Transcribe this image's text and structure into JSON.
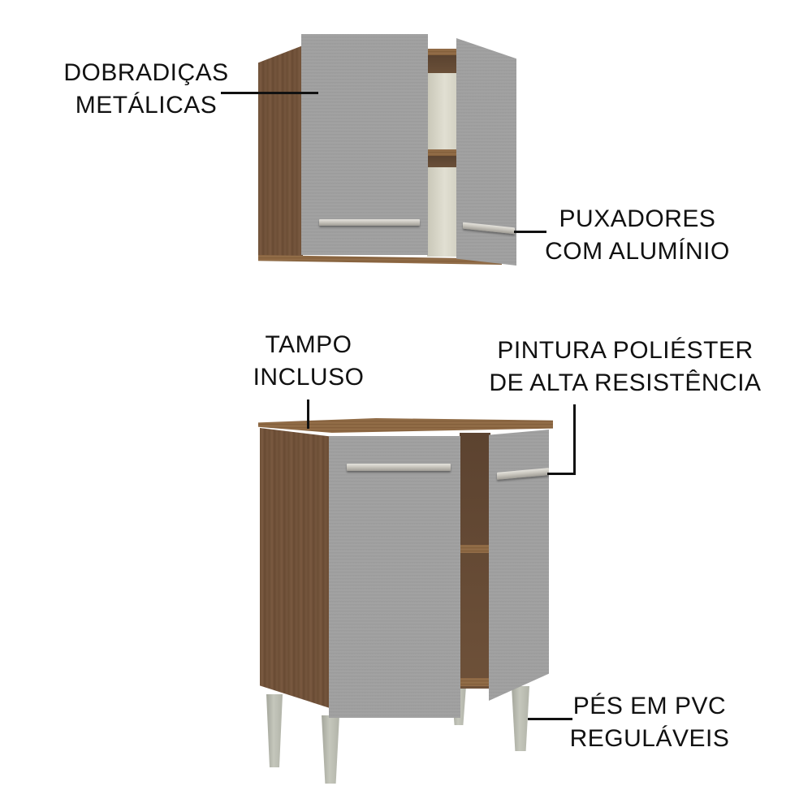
{
  "annotations": {
    "hinges": {
      "line1": "DOBRADIÇAS",
      "line2": "METÁLICAS"
    },
    "handles": {
      "line1": "PUXADORES",
      "line2": "COM ALUMÍNIO"
    },
    "top": {
      "line1": "TAMPO",
      "line2": "INCLUSO"
    },
    "paint": {
      "line1": "PINTURA POLIÉSTER",
      "line2": "DE ALTA RESISTÊNCIA"
    },
    "feet": {
      "line1": "PÉS EM PVC",
      "line2": "REGULÁVEIS"
    }
  },
  "colors": {
    "background": "#ffffff",
    "text": "#111111",
    "door_gray": "#a0a0a0",
    "wood_brown": "#735439",
    "leg_gray": "#b8baaf",
    "handle_silver": "#cfccc4"
  }
}
